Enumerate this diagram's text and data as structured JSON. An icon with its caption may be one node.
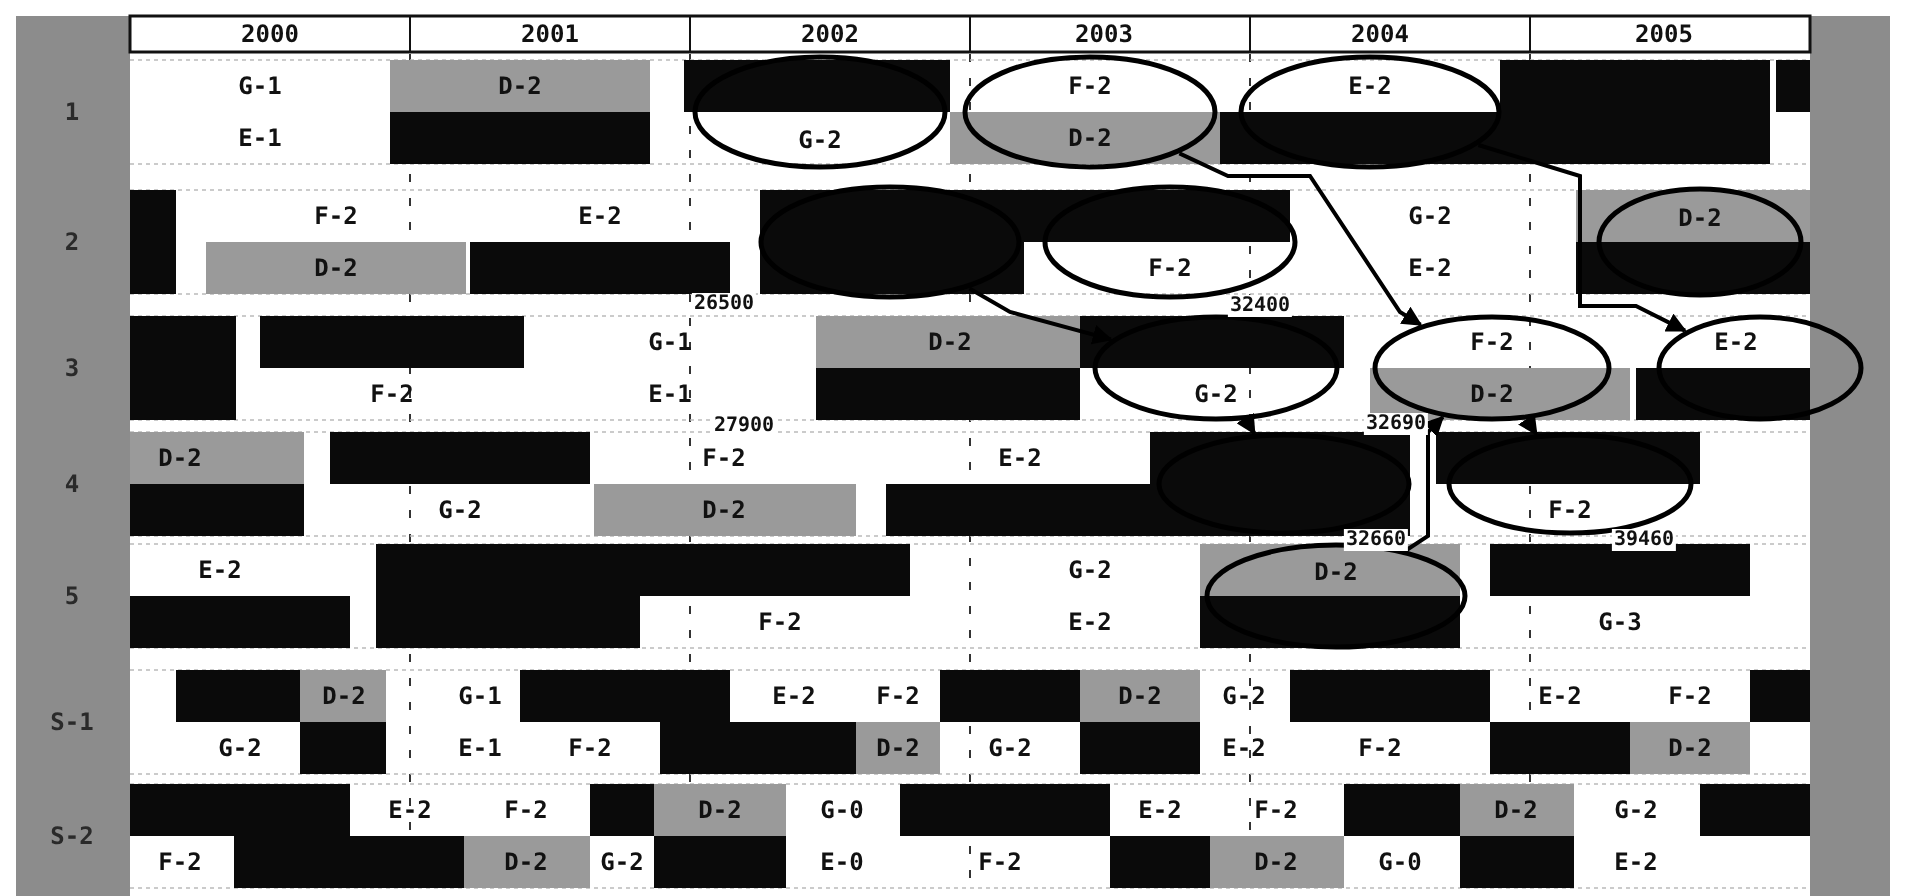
{
  "diagram": {
    "nodes": [
      {
        "text": [
          "G-2"
        ]
      },
      {
        "text": [
          "F-2",
          "D-2"
        ]
      },
      {
        "text": [
          "E-2"
        ]
      },
      {
        "text": [],
        "shape": "ellipse"
      },
      {
        "text": [
          "F-2"
        ]
      },
      {
        "text": [
          "D-2"
        ]
      },
      {
        "text": [
          "G-2"
        ]
      },
      {
        "text": [
          "F-2",
          "D-2"
        ]
      },
      {
        "text": [
          "E-2"
        ]
      },
      {
        "text": [],
        "shape": "ellipse"
      },
      {
        "text": [
          "F-2"
        ]
      },
      {
        "text": [
          "D-2"
        ]
      }
    ],
    "edges": [
      {
        "from": 3,
        "to": 6,
        "arrow": "to"
      },
      {
        "from": 6,
        "to": 9,
        "arrow": "to"
      },
      {
        "from": 1,
        "to": 7,
        "arrow": "to"
      },
      {
        "from": 7,
        "to": 10,
        "arrow": "to"
      },
      {
        "from": 2,
        "to": 8,
        "arrow": "to"
      },
      {
        "from": 11,
        "to": 7,
        "arrow": "to"
      }
    ],
    "labels": [
      "2000",
      "2001",
      "2002",
      "2003",
      "2004",
      "2005",
      "1",
      "G-1",
      "E-1",
      "D-2",
      "2",
      "F-2",
      "D-2",
      "E-2",
      "G-2",
      "E-2",
      "26500",
      "3",
      "F-2",
      "G-1",
      "E-1",
      "27900",
      "D-2",
      "32400",
      "32690",
      "4",
      "D-2",
      "G-2",
      "F-2",
      "D-2",
      "E-2",
      "32660",
      "39460",
      "5",
      "E-2",
      "F-2",
      "G-2",
      "E-2",
      "G-3",
      "S-1",
      "G-2",
      "D-2",
      "G-1",
      "E-1",
      "F-2",
      "E-2",
      "F-2",
      "D-2",
      "G-2",
      "D-2",
      "G-2",
      "E-2",
      "F-2",
      "E-2",
      "F-2",
      "D-2",
      "S-2",
      "F-2",
      "E-2",
      "F-2",
      "D-2",
      "G-2",
      "D-2",
      "G-0",
      "E-0",
      "F-2",
      "E-2",
      "F-2",
      "D-2",
      "G-0",
      "D-2",
      "G-2",
      "E-2"
    ]
  }
}
